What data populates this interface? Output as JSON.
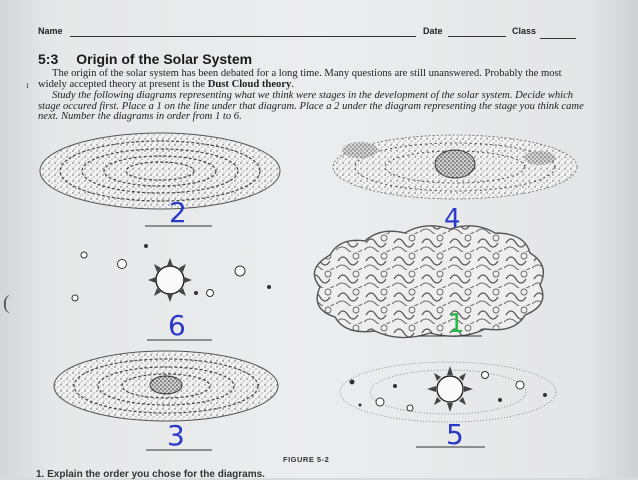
{
  "header": {
    "name_label": "Name",
    "date_label": "Date",
    "class_label": "Class"
  },
  "title": {
    "number": "5:3",
    "text": "Origin of the Solar System"
  },
  "intro": {
    "sentence1": "The origin of the solar system has been debated for a long time. Many questions are still unanswered.",
    "sentence2_prefix": "Probably the most widely accepted theory at present is the ",
    "theory": "Dust Cloud theory",
    "sentence2_suffix": "."
  },
  "instructions": "Study the following diagrams representing what we think were stages in the development of the solar system. Decide which stage occured first. Place a 1 on the line under that diagram. Place a 2 under the diagram representing the stage you think came next. Number the diagrams in order from 1 to 6.",
  "diagrams": [
    {
      "id": "top-left",
      "answer": "2",
      "ink": "#2b39c8"
    },
    {
      "id": "top-right",
      "answer": "4",
      "ink": "#2b39c8"
    },
    {
      "id": "middle-left",
      "answer": "6",
      "ink": "#2b39c8"
    },
    {
      "id": "middle-right",
      "answer": "1",
      "ink": "#28b848"
    },
    {
      "id": "bottom-left",
      "answer": "3",
      "ink": "#2b39c8"
    },
    {
      "id": "bottom-right",
      "answer": "5",
      "ink": "#2b39c8"
    }
  ],
  "caption": "FIGURE 5-2",
  "question": "1.  Explain the order you chose for the diagrams.",
  "margin_mark": "(",
  "margin_dot": "ı"
}
